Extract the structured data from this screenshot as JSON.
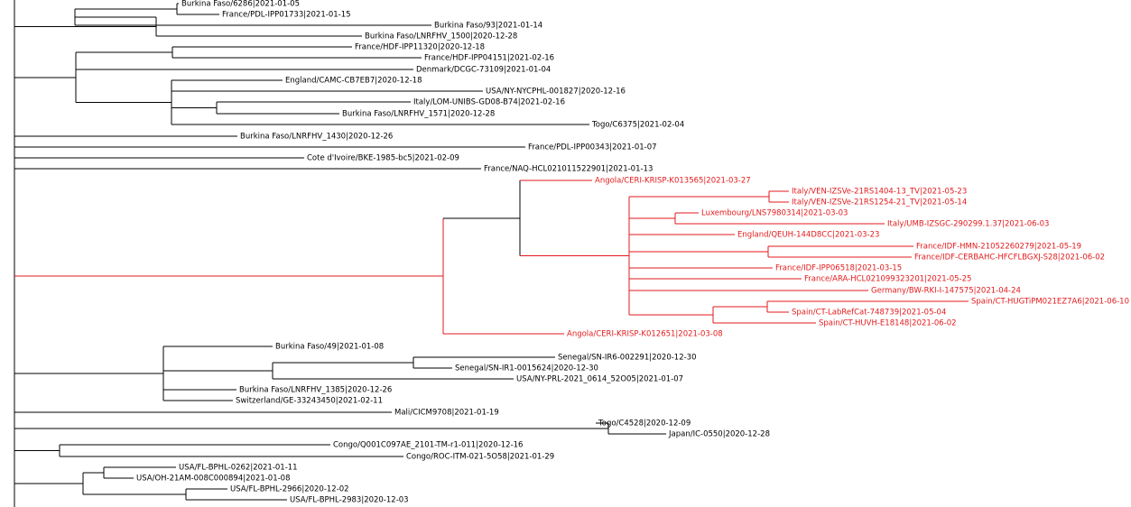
{
  "colors": {
    "default": "#000000",
    "highlight": "#e31a1c"
  },
  "tips": [
    {
      "id": "t1",
      "label": "Burkina Faso/6286|2021-01-05",
      "clade": "default"
    },
    {
      "id": "t2",
      "label": "France/PDL-IPP01733|2021-01-15",
      "clade": "default"
    },
    {
      "id": "t3",
      "label": "Burkina Faso/93|2021-01-14",
      "clade": "default"
    },
    {
      "id": "t4",
      "label": "Burkina Faso/LNRFHV_1500|2020-12-28",
      "clade": "default"
    },
    {
      "id": "t5",
      "label": "France/HDF-IPP11320|2020-12-18",
      "clade": "default"
    },
    {
      "id": "t6",
      "label": "France/HDF-IPP04151|2021-02-16",
      "clade": "default"
    },
    {
      "id": "t7",
      "label": "Denmark/DCGC-73109|2021-01-04",
      "clade": "default"
    },
    {
      "id": "t8",
      "label": "England/CAMC-CB7EB7|2020-12-18",
      "clade": "default"
    },
    {
      "id": "t9",
      "label": "USA/NY-NYCPHL-001827|2020-12-16",
      "clade": "default"
    },
    {
      "id": "t10",
      "label": "Italy/LOM-UNIBS-GD08-B74|2021-02-16",
      "clade": "default"
    },
    {
      "id": "t11",
      "label": "Burkina Faso/LNRFHV_1571|2020-12-28",
      "clade": "default"
    },
    {
      "id": "t12",
      "label": "Togo/C6375|2021-02-04",
      "clade": "default"
    },
    {
      "id": "t13",
      "label": "Burkina Faso/LNRFHV_1430|2020-12-26",
      "clade": "default"
    },
    {
      "id": "t14",
      "label": "France/PDL-IPP00343|2021-01-07",
      "clade": "default"
    },
    {
      "id": "t15",
      "label": "Cote d'Ivoire/BKE-1985-bc5|2021-02-09",
      "clade": "default"
    },
    {
      "id": "t16",
      "label": "France/NAQ-HCL021011522901|2021-01-13",
      "clade": "default"
    },
    {
      "id": "t17",
      "label": "Angola/CERI-KRISP-K013565|2021-03-27",
      "clade": "highlight"
    },
    {
      "id": "t18",
      "label": "Italy/VEN-IZSVe-21RS1404-13_TV|2021-05-23",
      "clade": "highlight"
    },
    {
      "id": "t19",
      "label": "Italy/VEN-IZSVe-21RS1254-21_TV|2021-05-14",
      "clade": "highlight"
    },
    {
      "id": "t20",
      "label": "Luxembourg/LNS7980314|2021-03-03",
      "clade": "highlight"
    },
    {
      "id": "t21",
      "label": "Italy/UMB-IZSGC-290299.1.37|2021-06-03",
      "clade": "highlight"
    },
    {
      "id": "t22",
      "label": "England/QEUH-144D8CC|2021-03-23",
      "clade": "highlight"
    },
    {
      "id": "t23",
      "label": "France/IDF-HMN-21052260279|2021-05-19",
      "clade": "highlight"
    },
    {
      "id": "t24",
      "label": "France/IDF-CERBAHC-HFCFLBGXJ-S28|2021-06-02",
      "clade": "highlight"
    },
    {
      "id": "t25",
      "label": "France/IDF-IPP06518|2021-03-15",
      "clade": "highlight"
    },
    {
      "id": "t26",
      "label": "France/ARA-HCL021099323201|2021-05-25",
      "clade": "highlight"
    },
    {
      "id": "t27",
      "label": "Germany/BW-RKI-I-147575|2021-04-24",
      "clade": "highlight"
    },
    {
      "id": "t28",
      "label": "Spain/CT-HUGTiPM021EZ7A6|2021-06-10",
      "clade": "highlight"
    },
    {
      "id": "t29",
      "label": "Spain/CT-LabRefCat-748739|2021-05-04",
      "clade": "highlight"
    },
    {
      "id": "t30",
      "label": "Spain/CT-HUVH-E18148|2021-06-02",
      "clade": "highlight"
    },
    {
      "id": "t31",
      "label": "Angola/CERI-KRISP-K012651|2021-03-08",
      "clade": "highlight"
    },
    {
      "id": "t32",
      "label": "Burkina Faso/49|2021-01-08",
      "clade": "default"
    },
    {
      "id": "t33",
      "label": "Senegal/SN-IR6-002291|2020-12-30",
      "clade": "default"
    },
    {
      "id": "t34",
      "label": "Senegal/SN-IR1-0015624|2020-12-30",
      "clade": "default"
    },
    {
      "id": "t35",
      "label": "USA/NY-PRL-2021_0614_52O05|2021-01-07",
      "clade": "default"
    },
    {
      "id": "t36",
      "label": "Burkina Faso/LNRFHV_1385|2020-12-26",
      "clade": "default"
    },
    {
      "id": "t37",
      "label": "Switzerland/GE-33243450|2021-02-11",
      "clade": "default"
    },
    {
      "id": "t38",
      "label": "Mali/CICM9708|2021-01-19",
      "clade": "default"
    },
    {
      "id": "t39",
      "label": "Togo/C4528|2020-12-09",
      "clade": "default"
    },
    {
      "id": "t40",
      "label": "Japan/IC-0550|2020-12-28",
      "clade": "default"
    },
    {
      "id": "t41",
      "label": "Congo/Q001C097AE_2101-TM-r1-011|2020-12-16",
      "clade": "default"
    },
    {
      "id": "t42",
      "label": "Congo/ROC-ITM-021-5O58|2021-01-29",
      "clade": "default"
    },
    {
      "id": "t43",
      "label": "USA/FL-BPHL-0262|2021-01-11",
      "clade": "default"
    },
    {
      "id": "t44",
      "label": "USA/OH-21AM-008C000894|2021-01-08",
      "clade": "default"
    },
    {
      "id": "t45",
      "label": "USA/FL-BPHL-2966|2020-12-02",
      "clade": "default"
    },
    {
      "id": "t46",
      "label": "USA/FL-BPHL-2983|2020-12-03",
      "clade": "default"
    }
  ]
}
